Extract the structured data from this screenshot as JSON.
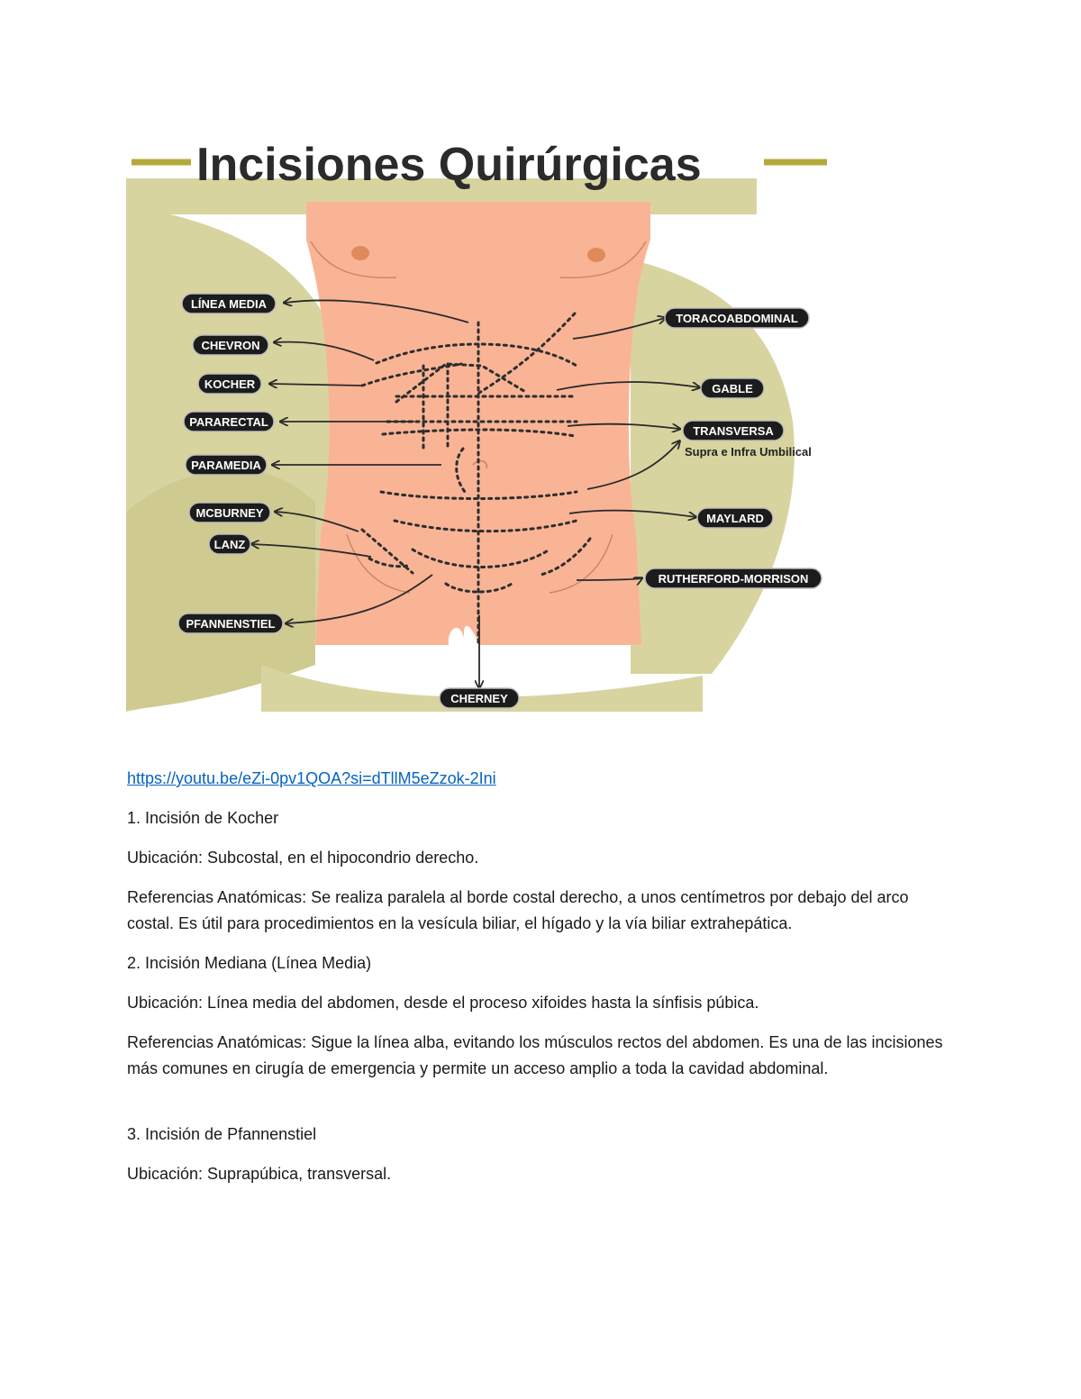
{
  "figure": {
    "title": "Incisiones Quirúrgicas",
    "labels_left": [
      "LÍNEA MEDIA",
      "CHEVRON",
      "KOCHER",
      "PARARECTAL",
      "PARAMEDIA",
      "MCBURNEY",
      "LANZ",
      "PFANNENSTIEL"
    ],
    "labels_right": [
      "TORACOABDOMINAL",
      "GABLE",
      "TRANSVERSA",
      "MAYLARD",
      "RUTHERFORD-MORRISON"
    ],
    "transversa_sub": "Supra e Infra Umbilical",
    "label_bottom": "CHERNEY",
    "colors": {
      "skin": "#f9b496",
      "olive": "#d8d4a0",
      "title_bar": "#b5aa3c",
      "pill": "#1c1c1c"
    }
  },
  "document": {
    "link": "https://youtu.be/eZi-0pv1QOA?si=dTllM5eZzok-2Ini",
    "section1_heading": "1. Incisión de Kocher",
    "section1_location": "Ubicación: Subcostal, en el hipocondrio derecho.",
    "section1_refs": "Referencias Anatómicas: Se realiza paralela al borde costal derecho, a unos centímetros por debajo del arco costal. Es útil para procedimientos en la vesícula biliar, el hígado y la vía biliar extrahepática.",
    "section2_heading": "2. Incisión Mediana (Línea Media)",
    "section2_location": "Ubicación: Línea media del abdomen, desde el proceso xifoides hasta la sínfisis púbica.",
    "section2_refs": "Referencias Anatómicas: Sigue la línea alba, evitando los músculos rectos del abdomen. Es una de las incisiones más comunes en cirugía de emergencia y permite un acceso amplio a toda la cavidad abdominal.",
    "section3_heading": "3. Incisión de Pfannenstiel",
    "section3_location": "Ubicación: Suprapúbica, transversal."
  }
}
